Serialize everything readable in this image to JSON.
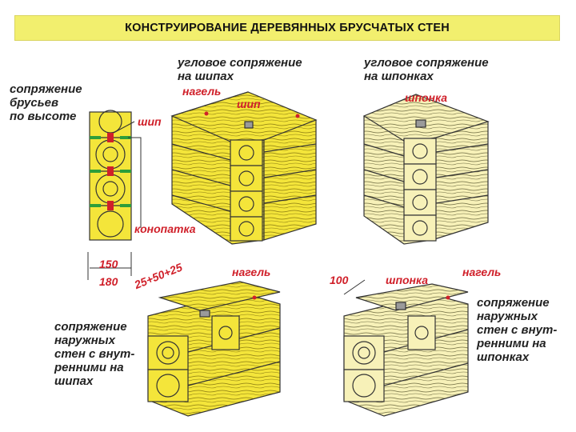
{
  "title": "КОНСТРУИРОВАНИЕ ДЕРЕВЯННЫХ БРУСЧАТЫХ СТЕН",
  "labels": {
    "height_joint": "сопряжение\nбрусьев\nпо высоте",
    "corner_tenons": "угловое сопряжение\nна шипах",
    "corner_keys": "угловое сопряжение\nна шпонках",
    "ext_int_tenons": "сопряжение\nнаружных\nстен с внут-\nренними на\nшипах",
    "ext_int_keys": "сопряжение\nнаружных\nстен с внут-\nренними на\nшпонках"
  },
  "callouts": {
    "nagel_1": "нагель",
    "ship_1": "шип",
    "ship_2": "шип",
    "shponka_1": "шпонка",
    "konopatka": "конопатка",
    "nagel_2": "нагель",
    "shponka_2": "шпонка",
    "nagel_3": "нагель"
  },
  "dimensions": {
    "d150": "150",
    "d180": "180",
    "d_sum": "25+50+25",
    "d100": "100"
  },
  "colors": {
    "title_bg": "#f2ef6e",
    "wood": "#f4e53a",
    "wood_light": "#f7f1b8",
    "accent_red": "#d0202a",
    "caulk_green": "#2e9e3a"
  }
}
